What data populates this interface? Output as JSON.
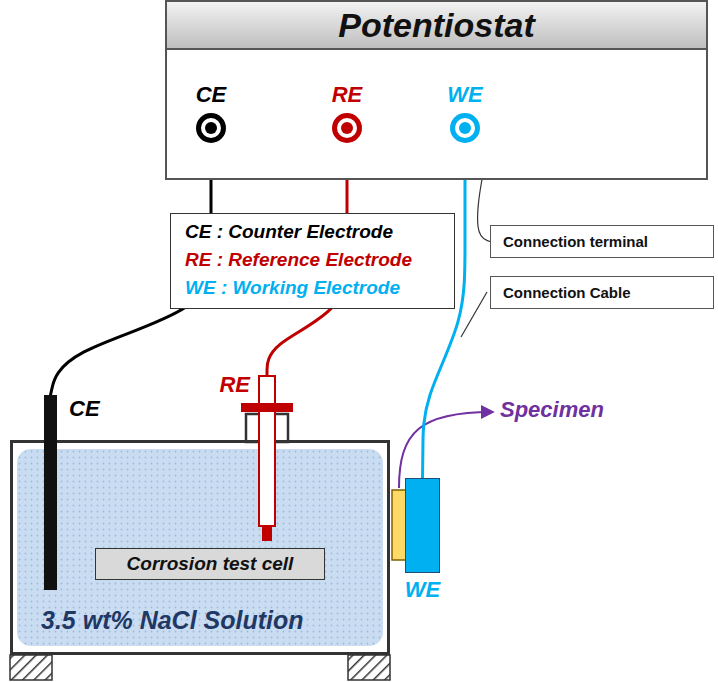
{
  "diagram": {
    "nodes": [
      {
        "text": [
          "Potentiostat"
        ]
      },
      {
        "text": [
          "CE"
        ],
        "in": 0
      },
      {
        "text": [
          "RE"
        ],
        "in": 0
      },
      {
        "text": [
          "WE"
        ],
        "in": 0
      },
      {
        "text": [
          "CE : Counter Electrode",
          "RE : Reference Electrode",
          "WE : Working Electrode"
        ]
      },
      {
        "text": [
          "Connection terminal"
        ]
      },
      {
        "text": [
          "Connection Cable"
        ]
      },
      {
        "text": [
          "RE"
        ]
      },
      {
        "text": [
          "CE"
        ]
      },
      {
        "text": [
          "3.5 wt% NaCl Solution"
        ]
      },
      {
        "text": [
          "Corrosion test cell"
        ],
        "in": 9
      },
      {
        "text": [
          "WE"
        ]
      }
    ],
    "edges": [
      {
        "from": 1,
        "to": 8,
        "arrow": "none"
      },
      {
        "from": 2,
        "to": 7,
        "arrow": "none"
      },
      {
        "from": 3,
        "to": 11,
        "arrow": "none"
      },
      {
        "from": 5,
        "to": 3,
        "arrow": "none"
      }
    ],
    "labels": [
      "Specimen"
    ]
  }
}
